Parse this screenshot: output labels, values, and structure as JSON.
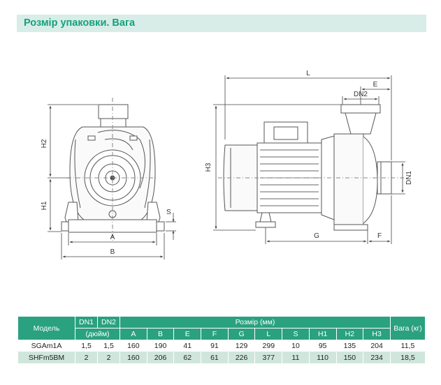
{
  "header": {
    "title": "Розмір упаковки. Вага"
  },
  "drawing": {
    "front_view": {
      "labels": {
        "H2": "H2",
        "H1": "H1",
        "S": "S",
        "A": "A",
        "B": "B"
      }
    },
    "side_view": {
      "labels": {
        "L": "L",
        "E": "E",
        "DN2": "DN2",
        "H3": "H3",
        "DN1": "DN1",
        "G": "G",
        "F": "F"
      }
    }
  },
  "table": {
    "model_header": "Модель",
    "dn1_header": "DN1",
    "dn2_header": "DN2",
    "inch_header": "(дюйм)",
    "size_header": "Розмір (мм)",
    "weight_header": "Вага (кг)",
    "dim_columns": [
      "A",
      "B",
      "E",
      "F",
      "G",
      "L",
      "S",
      "H1",
      "H2",
      "H3"
    ],
    "rows": [
      {
        "model": "SGAm1A",
        "dn1": "1,5",
        "dn2": "1,5",
        "dims": [
          "160",
          "190",
          "41",
          "91",
          "129",
          "299",
          "10",
          "95",
          "135",
          "204"
        ],
        "weight": "11,5"
      },
      {
        "model": "SHFm5BM",
        "dn1": "2",
        "dn2": "2",
        "dims": [
          "160",
          "206",
          "62",
          "61",
          "226",
          "377",
          "11",
          "110",
          "150",
          "234"
        ],
        "weight": "18,5"
      }
    ]
  },
  "colors": {
    "accent": "#2aa17f",
    "header_bg": "#d8ede7",
    "header_text": "#16a07d",
    "row_alt": "#cfe6dd"
  }
}
